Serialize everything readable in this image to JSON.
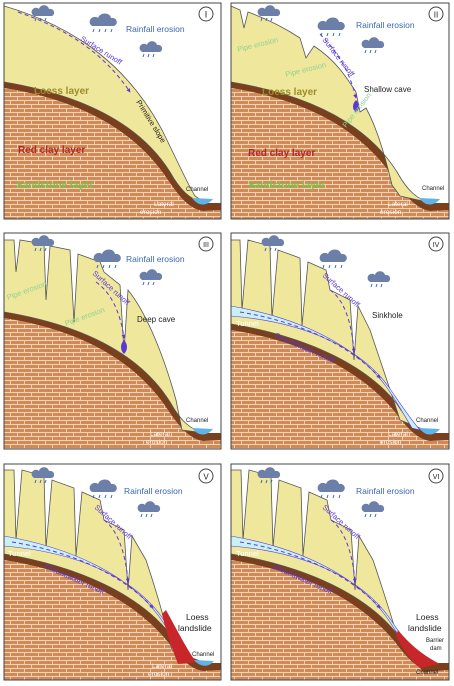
{
  "colors": {
    "loess": "#efe79c",
    "clay_brick": "#cf8a57",
    "mortar": "#f3d3b6",
    "clay_band": "#7a3f1c",
    "clay_band_light": "#a85d2e",
    "groundwater": "#c9f0f5",
    "water": "#5fb3e6",
    "landslide": "#c8262b",
    "runoff_text": "#5a38d8",
    "pipe_text": "#8fd28f",
    "rain_text": "#3b68b5",
    "red_clay_text": "#b3262b",
    "sandstone_text": "#74c94a",
    "loess_text": "#9e8b2a",
    "lateral_text": "#ffffff"
  },
  "panels": [
    {
      "numeral": "I",
      "rainfall": "Rainfall erosion",
      "surface_runoff": "Surface runoff",
      "primitive_slope": "Primitive slope",
      "loess_layer": "Loess layer",
      "red_clay_layer": "Red clay layer",
      "sandstone_layer": "Sandstone layer",
      "channel": "Channel",
      "lateral": [
        "Lateral",
        "erosion"
      ]
    },
    {
      "numeral": "II",
      "rainfall": "Rainfall erosion",
      "surface_runoff": "Surface runoff",
      "pipe_erosion": [
        "Pipe erosion",
        "Pipe erosion",
        "Pipe erosion"
      ],
      "shallow_cave": "Shallow cave",
      "loess_layer": "Loess layer",
      "red_clay_layer": "Red clay layer",
      "sandstone_layer": "Sandstone layer",
      "channel": "Channel",
      "lateral": [
        "Lateral",
        "erosion"
      ]
    },
    {
      "numeral": "III",
      "rainfall": "Rainfall erosion",
      "surface_runoff": "Surface runoff",
      "pipe_erosion": [
        "Pipe erosion",
        "Pipe erosion"
      ],
      "deep_cave": "Deep cave",
      "channel": "Channel",
      "lateral": [
        "Lateral",
        "erosion"
      ]
    },
    {
      "numeral": "IV",
      "surface_runoff": "Surface runoff",
      "sinkhole": "Sinkhole",
      "tunnel": "Tunnel",
      "groundwater_runoff": "Groundwater runoff",
      "channel": "Channel",
      "lateral": [
        "Lateral",
        "erosion"
      ]
    },
    {
      "numeral": "V",
      "rainfall": "Rainfall erosion",
      "surface_runoff": "Surface runoff",
      "tunnel": "Tunnel",
      "groundwater_runoff": "Groundwater runoff",
      "loess_landslide": [
        "Loess",
        "landslide"
      ],
      "channel": "Channel",
      "lateral": [
        "Lateral",
        "erosion"
      ]
    },
    {
      "numeral": "VI",
      "rainfall": "Rainfall erosion",
      "surface_runoff": "Surface runoff",
      "tunnel": "Tunnel",
      "groundwater_runoff": "Groundwater runoff",
      "loess_landslide": [
        "Loess",
        "landslide"
      ],
      "barrier_dam": [
        "Barrier",
        "dam"
      ],
      "channel": "Channel"
    }
  ]
}
